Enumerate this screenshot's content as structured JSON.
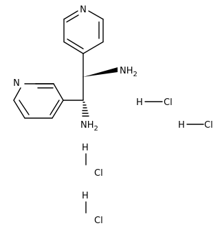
{
  "structure": {
    "atom_labels": {
      "n_top_ring": "N",
      "n_left_ring": "N",
      "amine_upper": "NH",
      "amine_upper_sub": "2",
      "amine_lower": "NH",
      "amine_lower_sub": "2"
    },
    "salts": [
      {
        "h": "H",
        "cl": "Cl"
      },
      {
        "h": "H",
        "cl": "Cl"
      },
      {
        "h": "H",
        "cl": "Cl"
      },
      {
        "h": "H",
        "cl": "Cl"
      }
    ]
  }
}
